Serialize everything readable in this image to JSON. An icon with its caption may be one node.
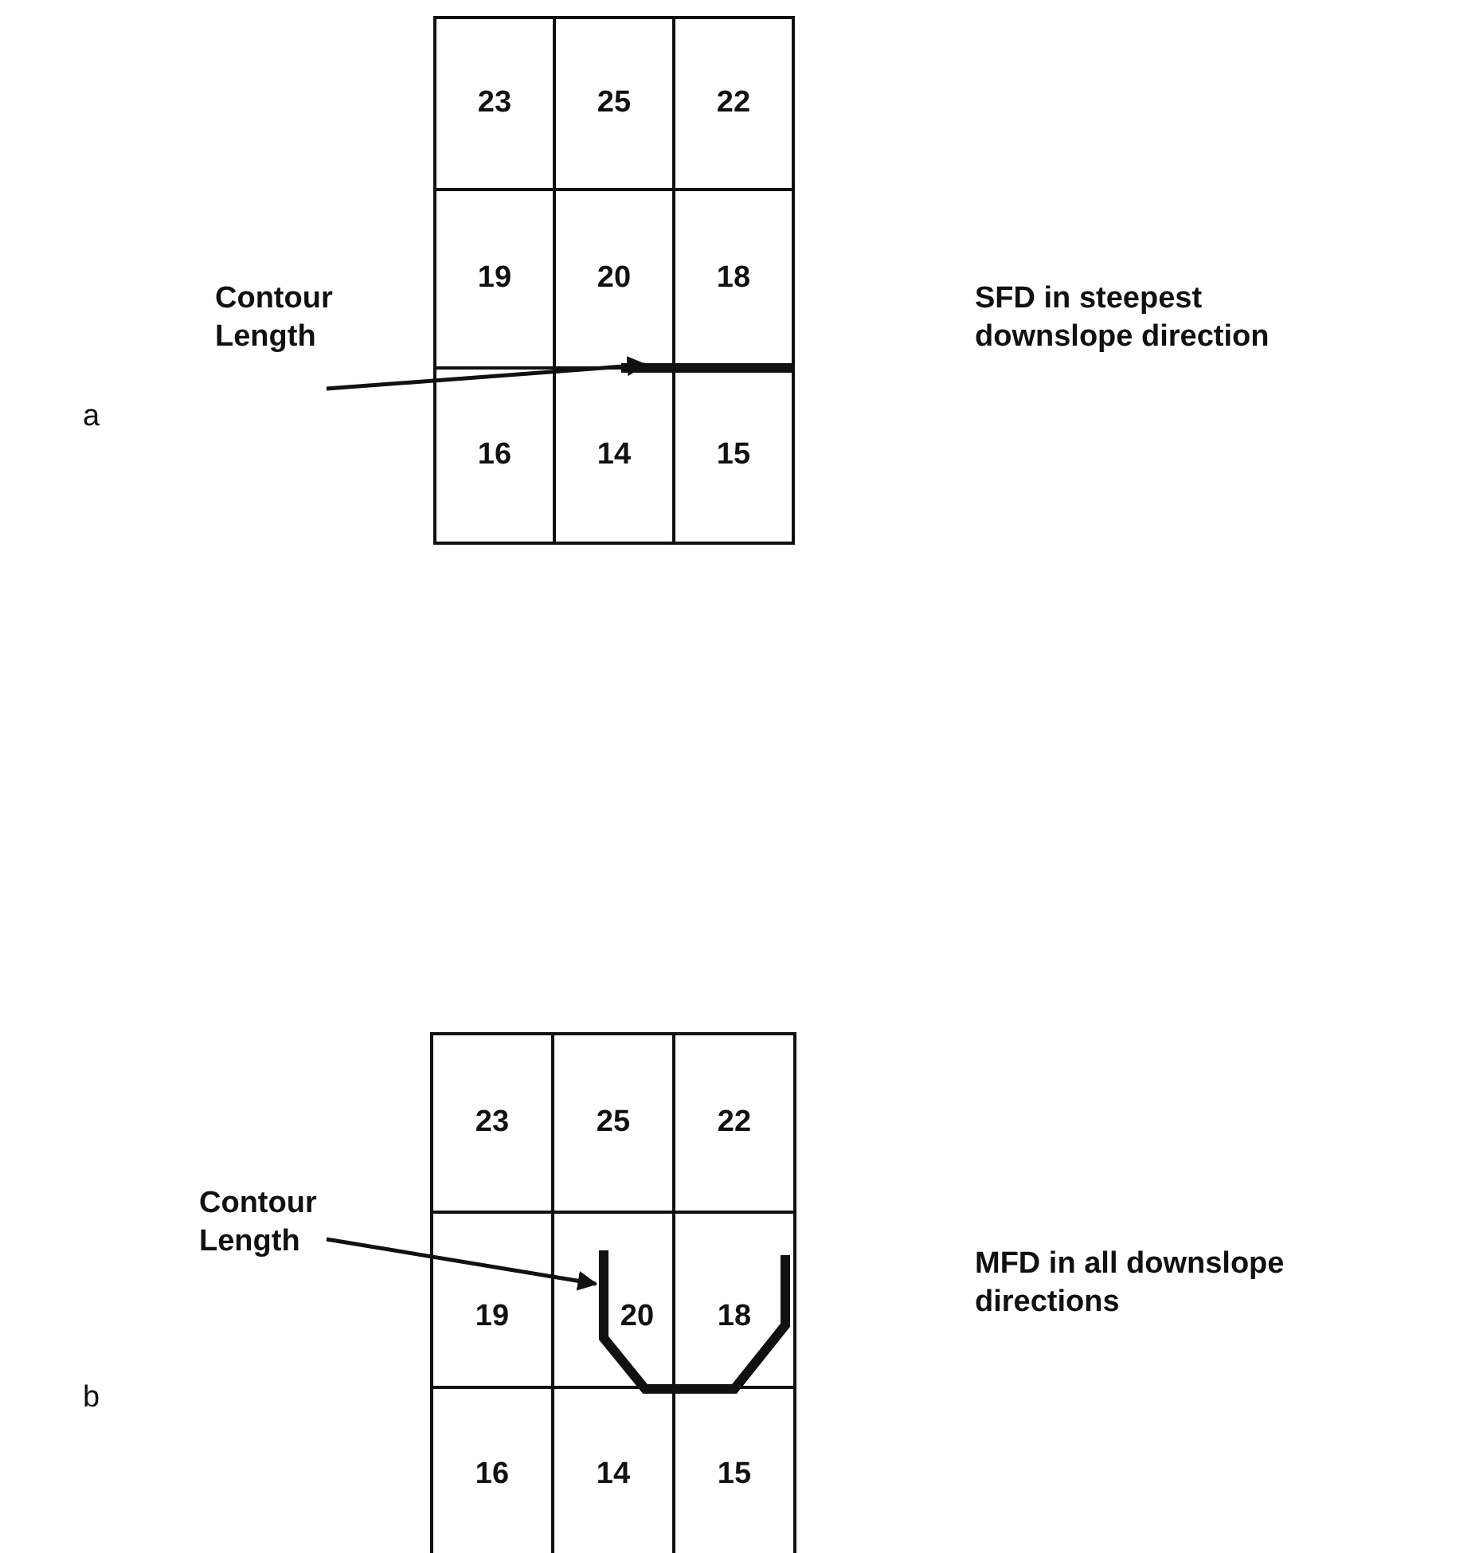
{
  "diagram": {
    "nodes": [
      {
        "text": [
          "23"
        ]
      },
      {
        "text": [
          "25"
        ]
      },
      {
        "text": [
          "22"
        ]
      },
      {
        "text": [
          "19"
        ]
      },
      {
        "text": [
          "20"
        ]
      },
      {
        "text": [
          "18"
        ]
      },
      {
        "text": [
          "16"
        ]
      },
      {
        "text": [
          "14"
        ]
      },
      {
        "text": [
          "15"
        ]
      },
      {
        "text": [
          "Contour Length"
        ]
      },
      {
        "text": [],
        "shape": "line"
      },
      {
        "text": [
          "23"
        ]
      },
      {
        "text": [
          "25"
        ]
      },
      {
        "text": [
          "22"
        ]
      },
      {
        "text": [
          "19"
        ]
      },
      {
        "text": [
          "20"
        ]
      },
      {
        "text": [
          "18"
        ]
      },
      {
        "text": [
          "16"
        ]
      },
      {
        "text": [
          "14"
        ]
      },
      {
        "text": [
          "15"
        ]
      },
      {
        "text": [
          "Contour Length"
        ]
      },
      {
        "text": [],
        "shape": "line"
      }
    ],
    "edges": [
      {
        "from": 9,
        "to": 10,
        "arrow": "to"
      },
      {
        "from": 20,
        "to": 21,
        "arrow": "to"
      }
    ],
    "labels": [
      "a",
      "SFD in steepest downslope direction",
      "b",
      "MFD in all downslope directions"
    ]
  }
}
